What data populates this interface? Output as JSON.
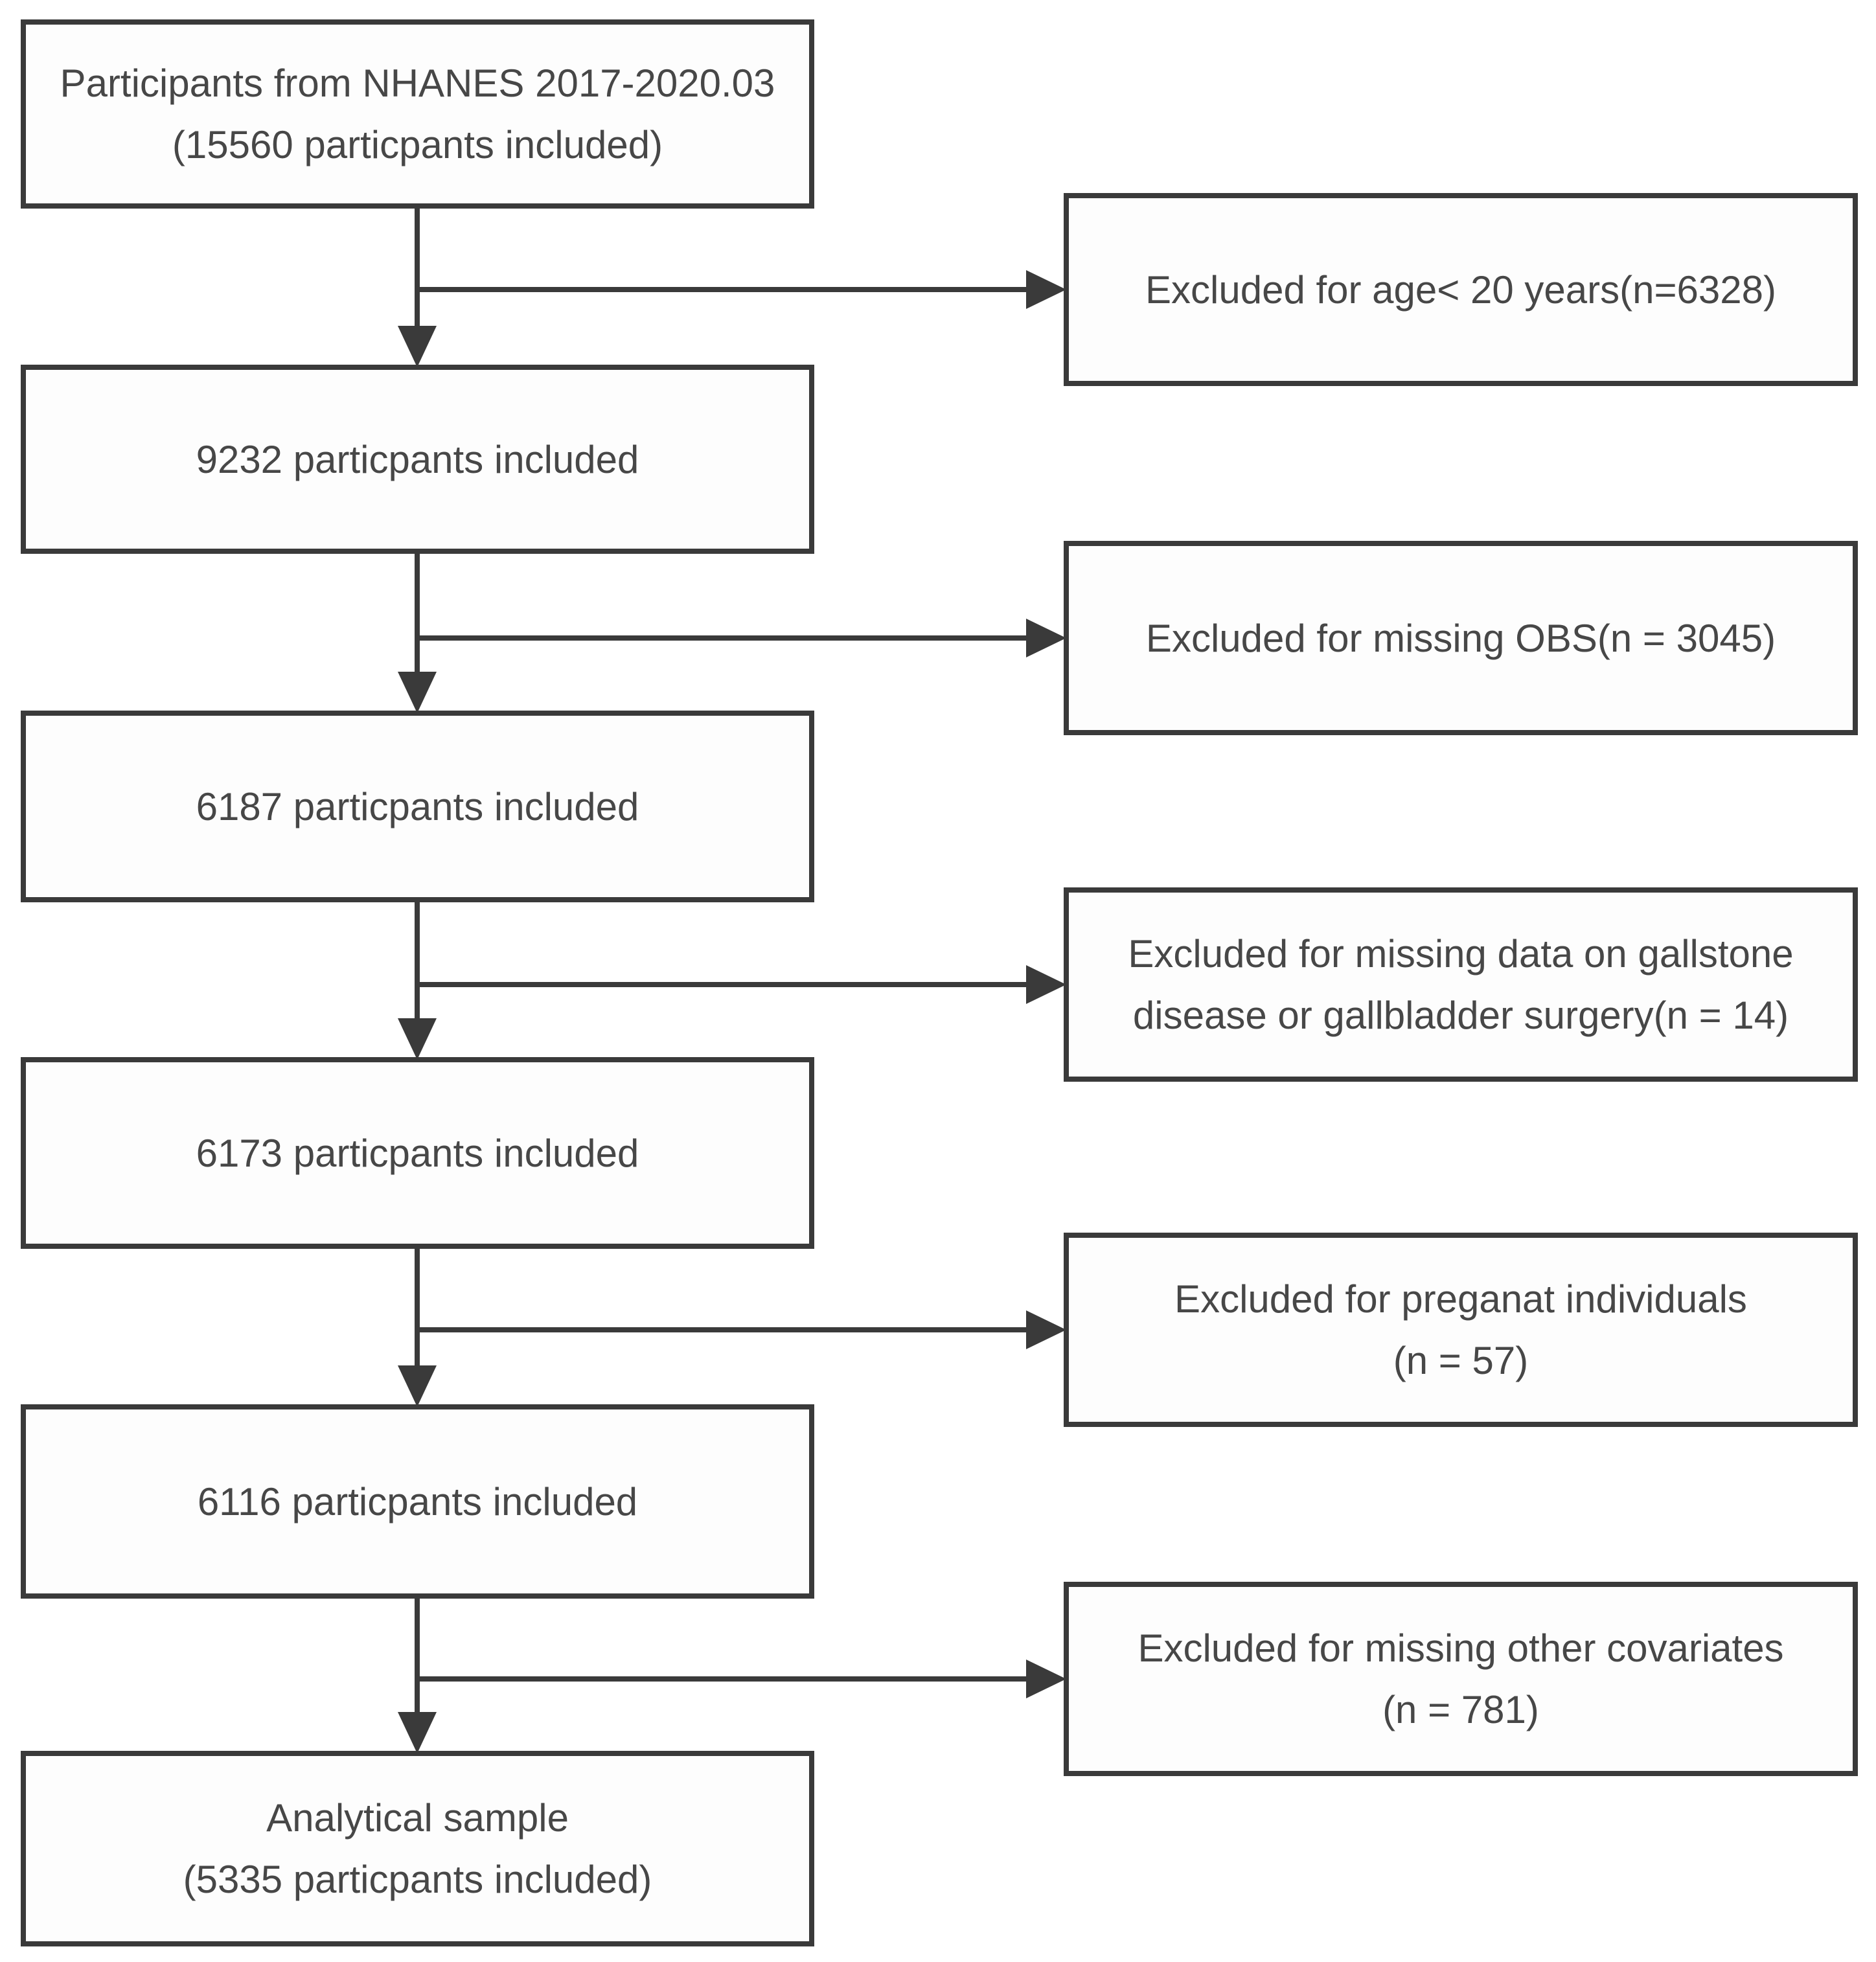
{
  "flow": {
    "main": [
      {
        "lines": [
          "Participants from NHANES 2017-2020.03",
          "(15560 particpants included)"
        ]
      },
      {
        "lines": [
          "9232 particpants included"
        ]
      },
      {
        "lines": [
          "6187 particpants included"
        ]
      },
      {
        "lines": [
          "6173 particpants included"
        ]
      },
      {
        "lines": [
          "6116 particpants included"
        ]
      },
      {
        "lines": [
          "Analytical sample",
          "(5335 particpants included)"
        ]
      }
    ],
    "exclusions": [
      {
        "lines": [
          "Excluded for age< 20 years(n=6328)"
        ]
      },
      {
        "lines": [
          "Excluded for missing OBS(n = 3045)"
        ]
      },
      {
        "lines": [
          "Excluded for missing data on gallstone",
          "disease or gallbladder surgery(n = 14)"
        ]
      },
      {
        "lines": [
          "Excluded for preganat individuals",
          "(n = 57)"
        ]
      },
      {
        "lines": [
          "Excluded for missing other covariates",
          "(n = 781)"
        ]
      }
    ],
    "edges": [
      {
        "type": "down",
        "from_main": 0,
        "to_main": 1
      },
      {
        "type": "branch",
        "from_main": 0,
        "to_exclusion": 0
      },
      {
        "type": "down",
        "from_main": 1,
        "to_main": 2
      },
      {
        "type": "branch",
        "from_main": 1,
        "to_exclusion": 1
      },
      {
        "type": "down",
        "from_main": 2,
        "to_main": 3
      },
      {
        "type": "branch",
        "from_main": 2,
        "to_exclusion": 2
      },
      {
        "type": "down",
        "from_main": 3,
        "to_main": 4
      },
      {
        "type": "branch",
        "from_main": 3,
        "to_exclusion": 3
      },
      {
        "type": "down",
        "from_main": 4,
        "to_main": 5
      },
      {
        "type": "branch",
        "from_main": 4,
        "to_exclusion": 4
      }
    ],
    "colors": {
      "border": "#3a3a3a",
      "arrow": "#3a3a3a",
      "text": "#474747",
      "box_fill": "#fdfdfd",
      "background": "#ffffff"
    }
  }
}
